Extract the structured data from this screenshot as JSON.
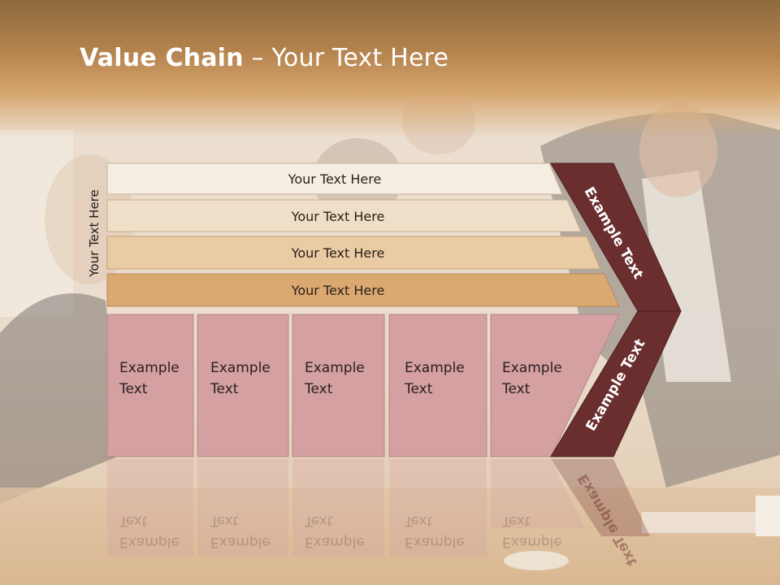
{
  "slide": {
    "title_bold": "Value Chain",
    "title_rest": " – Your Text Here"
  },
  "diagram": {
    "side_label": "Your Text Here",
    "rows": [
      {
        "label": "Your Text Here",
        "color": "#f6ede2"
      },
      {
        "label": "Your Text Here",
        "color": "#f0dfc8"
      },
      {
        "label": "Your Text Here",
        "color": "#e9cca4"
      },
      {
        "label": "Your Text Here",
        "color": "#dba872"
      }
    ],
    "boxes": [
      {
        "label_line1": "Example",
        "label_line2": "Text"
      },
      {
        "label_line1": "Example",
        "label_line2": "Text"
      },
      {
        "label_line1": "Example",
        "label_line2": "Text"
      },
      {
        "label_line1": "Example",
        "label_line2": "Text"
      },
      {
        "label_line1": "Example",
        "label_line2": "Text"
      }
    ],
    "chevron_top_label": "Example Text",
    "chevron_bottom_label": "Example Text",
    "colors": {
      "chevron": "#6b2e2e",
      "box_fill": "#d4a0a2",
      "box_border": "#b98587"
    }
  }
}
